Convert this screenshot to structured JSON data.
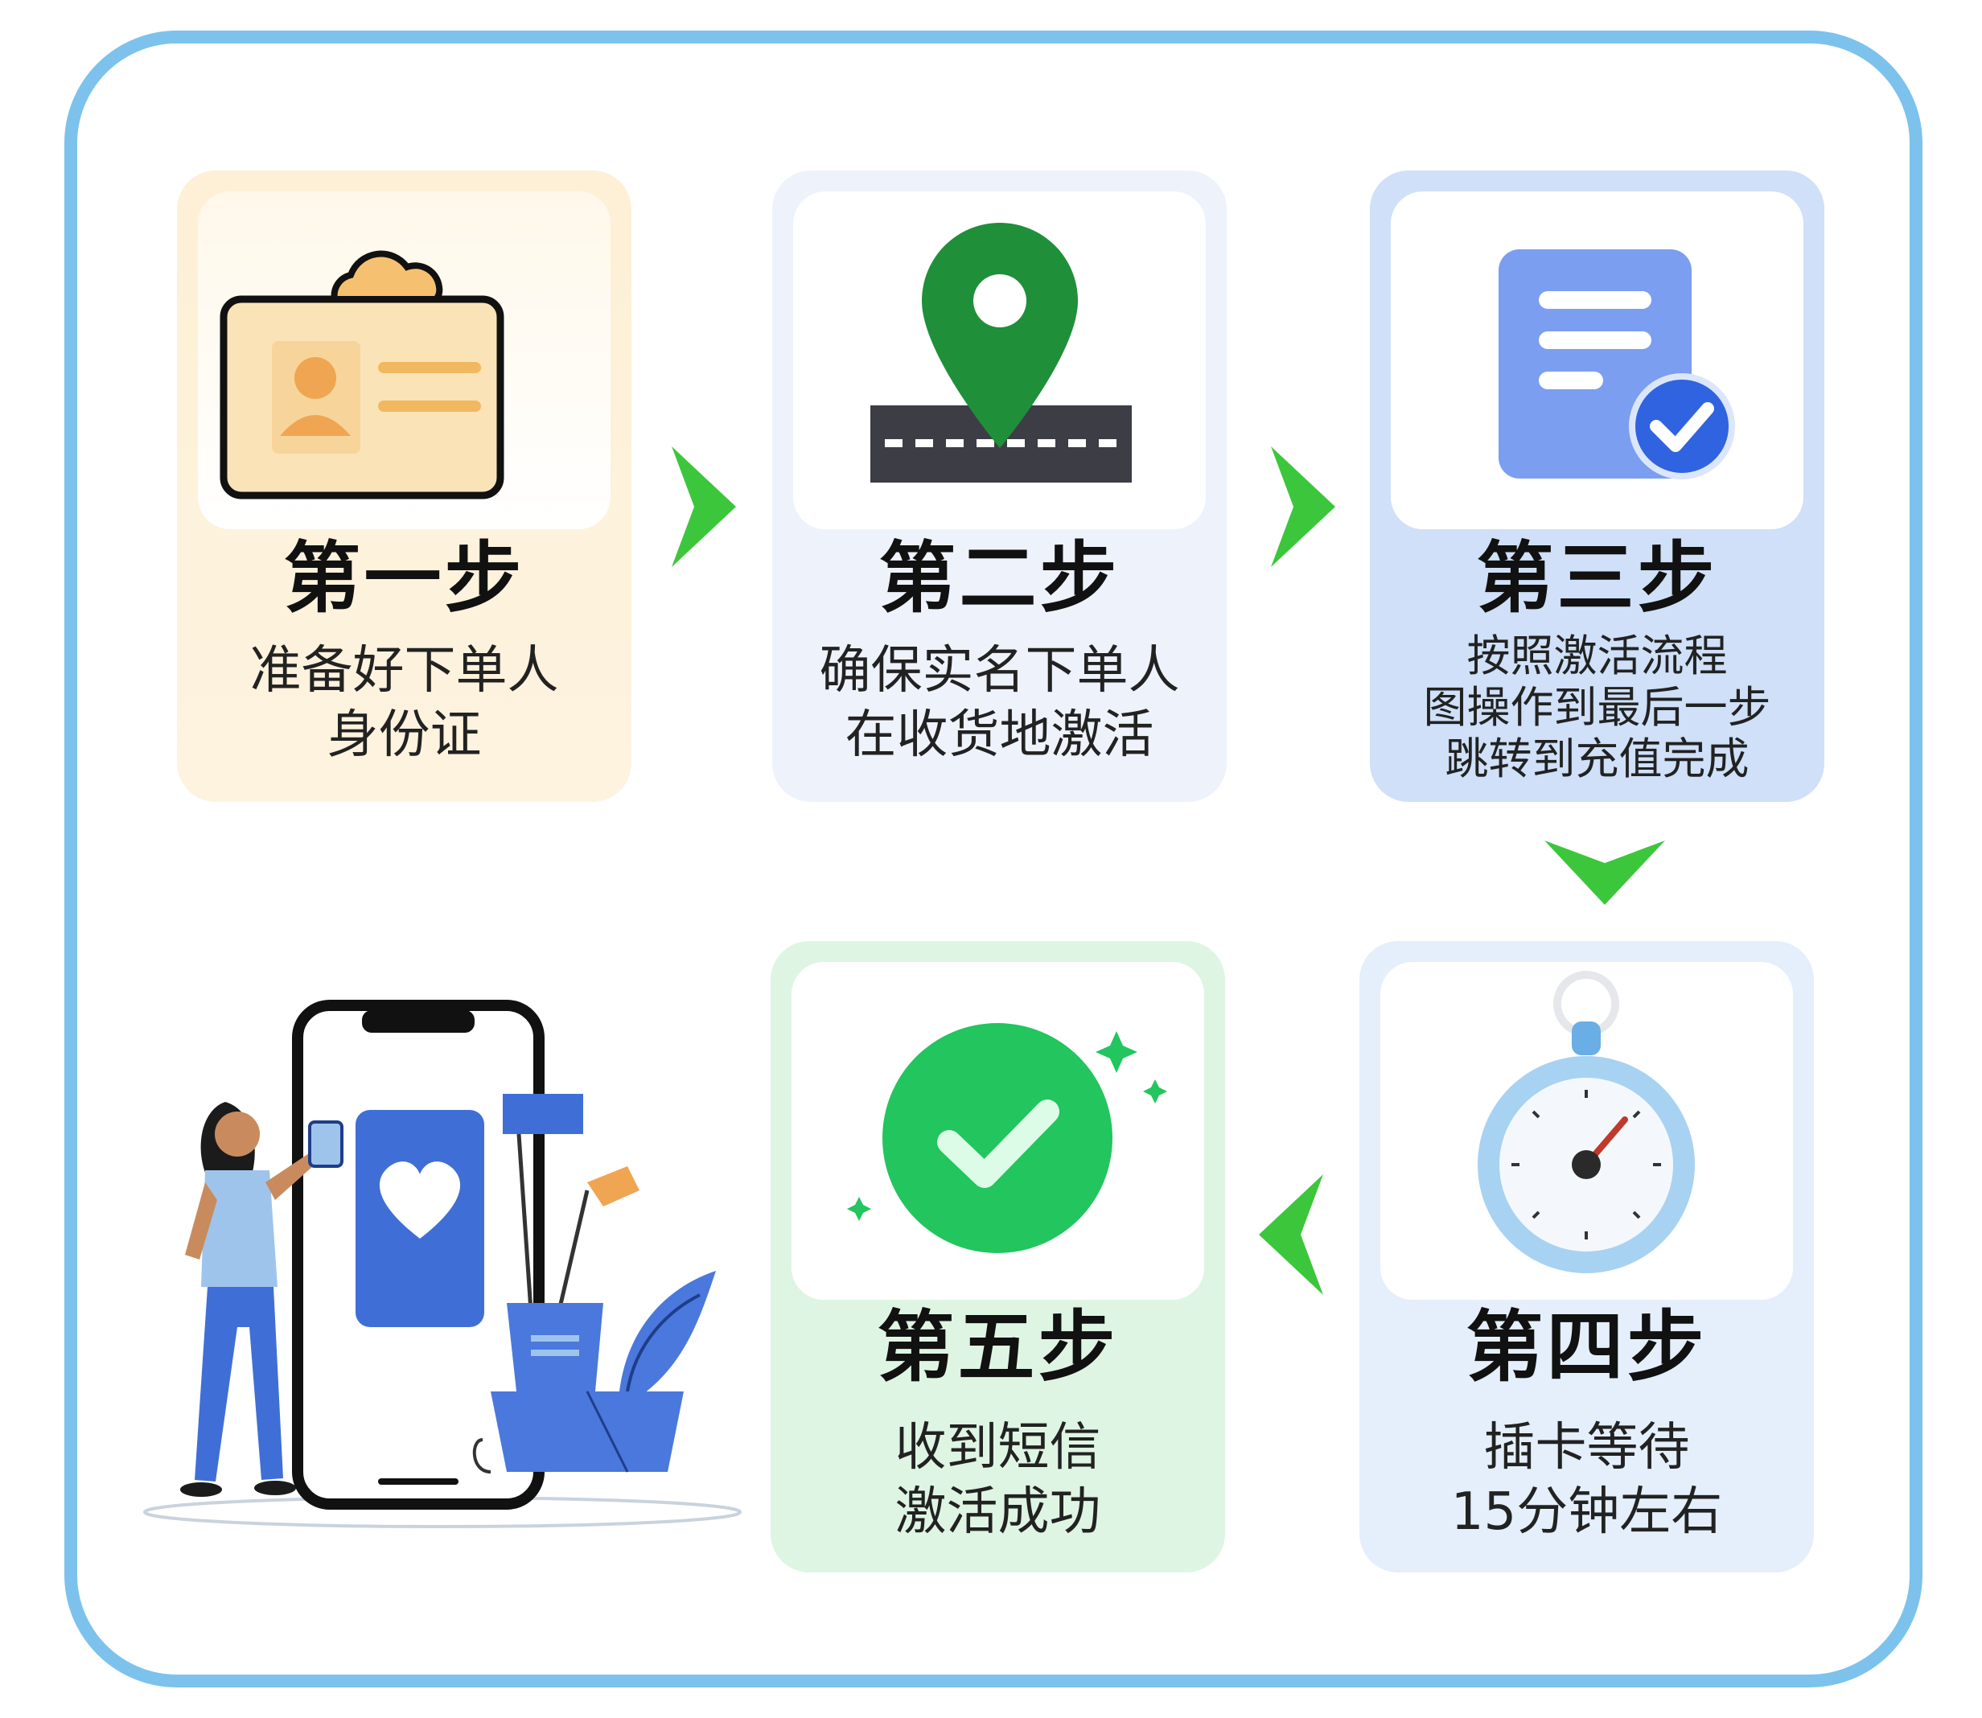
{
  "steps": [
    {
      "title": "第一步",
      "lines": [
        "准备好下单人",
        "身份证"
      ]
    },
    {
      "title": "第二步",
      "lines": [
        "确保实名下单人",
        "在收货地激活"
      ]
    },
    {
      "title": "第三步",
      "lines": [
        "按照激活流程",
        "图操作到最后一步",
        "跳转到充值完成"
      ]
    },
    {
      "title": "第四步",
      "lines": [
        "插卡等待",
        "15分钟左右"
      ]
    },
    {
      "title": "第五步",
      "lines": [
        "收到短信",
        "激活成功"
      ]
    }
  ],
  "colors": {
    "frame": "#7cc2ec",
    "arrow": "#3cc63c",
    "pin": "#1f8f3a",
    "check": "#22c55e",
    "doc": "#7b9ef0",
    "phone_card": "#3f6fd6"
  },
  "icons": {
    "step1": "id-card-icon",
    "step2": "location-pin-icon",
    "step3": "document-check-icon",
    "step4": "stopwatch-icon",
    "step5": "check-circle-icon"
  }
}
